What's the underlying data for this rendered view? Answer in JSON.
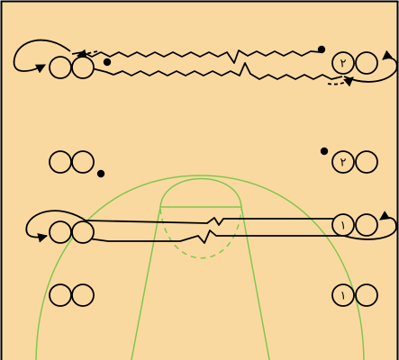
{
  "diagram": {
    "court_color": "#fad9a0",
    "border_color": "#000000",
    "line_color": "#7ec850",
    "path_color": "#000000"
  },
  "labels": {
    "top_right_player": "٢",
    "mid_right_player": "٢",
    "lower_right_player": "١",
    "bottom_right_player": "١"
  }
}
